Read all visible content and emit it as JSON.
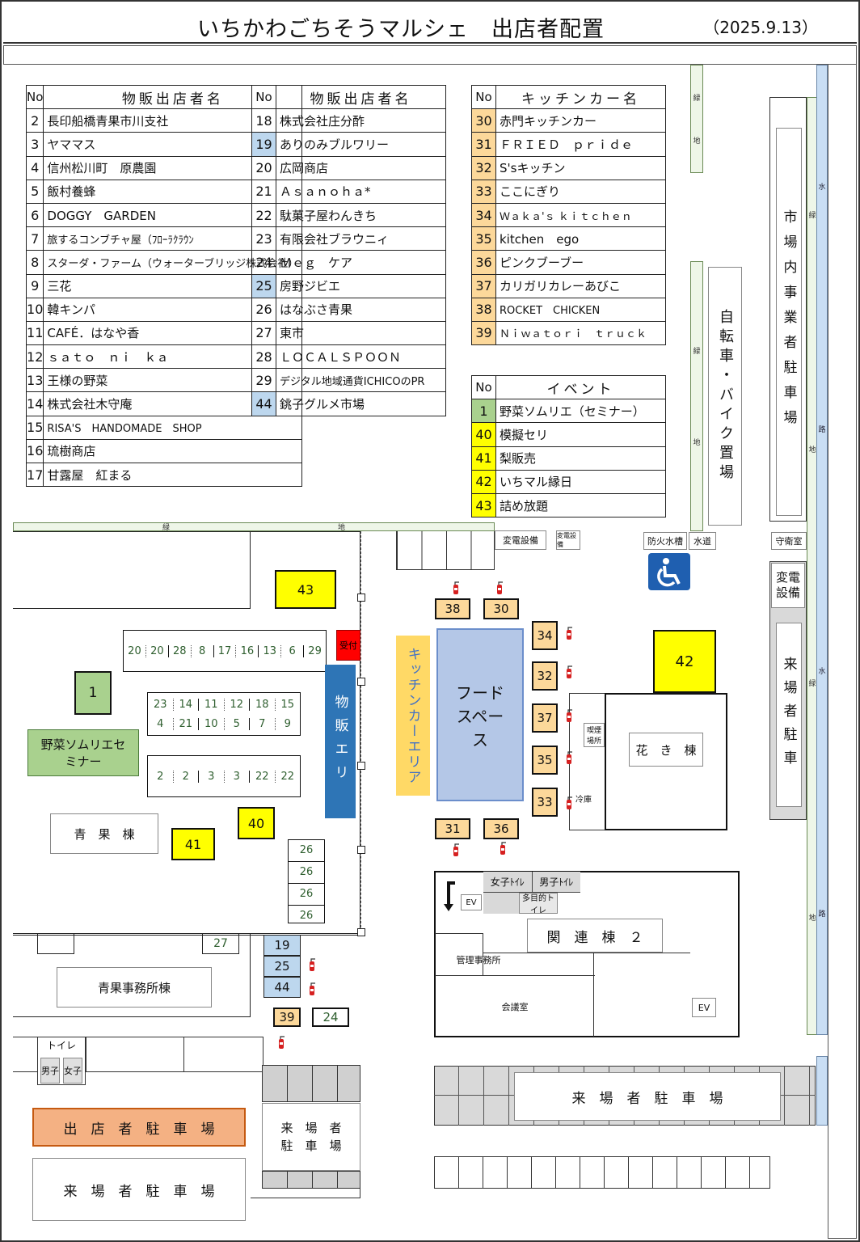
{
  "title": "いちかわごちそうマルシェ　出店者配置",
  "date": "（2025.9.13）",
  "colors": {
    "kitchen": "#fcd89a",
    "blueRow": "#bdd7ee",
    "event_green": "#a9d18e",
    "event_yellow": "#ffff00",
    "food": "#b4c7e7",
    "sales": "#2e75b6",
    "kitchen_area": "#ffd966",
    "parking_staff": "#f4b183",
    "reception": "#ff0000"
  },
  "table1": {
    "no_header": "No",
    "name_header": "物販出店者名",
    "rows": [
      {
        "no": "2",
        "name": "長印船橋青果市川支社"
      },
      {
        "no": "3",
        "name": "ヤママス"
      },
      {
        "no": "4",
        "name": "信州松川町　原農園"
      },
      {
        "no": "5",
        "name": "飯村養蜂"
      },
      {
        "no": "6",
        "name": "DOGGY　GARDEN"
      },
      {
        "no": "7",
        "name": "旅するコンブチャ屋（ﾌﾛｰﾗｸﾗｳﾝ"
      },
      {
        "no": "8",
        "name": "スターダ・ファーム（ウォーターブリッジ株式会社）"
      },
      {
        "no": "9",
        "name": "三花"
      },
      {
        "no": "10",
        "name": "韓キンパ"
      },
      {
        "no": "11",
        "name": "CAFÉ．はなや香"
      },
      {
        "no": "12",
        "name": "ｓａｔｏ　ｎｉ　ｋａ"
      },
      {
        "no": "13",
        "name": "王様の野菜"
      },
      {
        "no": "14",
        "name": "株式会社木守庵"
      },
      {
        "no": "15",
        "name": "RISA'S　HANDOMADE　SHOP"
      },
      {
        "no": "16",
        "name": "琉樹商店"
      },
      {
        "no": "17",
        "name": "甘露屋　紅まる"
      }
    ]
  },
  "table2": {
    "no_header": "No",
    "name_header": "物販出店者名",
    "rows": [
      {
        "no": "18",
        "name": "株式会社庄分酢"
      },
      {
        "no": "19",
        "name": "ありのみブルワリー",
        "hl": true
      },
      {
        "no": "20",
        "name": "広岡商店"
      },
      {
        "no": "21",
        "name": "Ａｓａｎｏｈａ*"
      },
      {
        "no": "22",
        "name": "駄菓子屋わんきち"
      },
      {
        "no": "23",
        "name": "有限会社ブラウニィ"
      },
      {
        "no": "24",
        "name": "Ｍｅｇ　ケア"
      },
      {
        "no": "25",
        "name": "房野ジビエ",
        "hl": true
      },
      {
        "no": "26",
        "name": "はなぶさ青果"
      },
      {
        "no": "27",
        "name": "東市"
      },
      {
        "no": "28",
        "name": "ＬＯＣＡＬＳＰＯＯＮ"
      },
      {
        "no": "29",
        "name": "デジタル地域通貨ICHICOのPR"
      },
      {
        "no": "44",
        "name": "銚子グルメ市場",
        "hl": true
      }
    ]
  },
  "table3": {
    "no_header": "No",
    "name_header": "キッチンカー名",
    "rows": [
      {
        "no": "30",
        "name": "赤門キッチンカー"
      },
      {
        "no": "31",
        "name": "ＦＲＩＥＤ　ｐｒｉｄｅ"
      },
      {
        "no": "32",
        "name": "S'sキッチン"
      },
      {
        "no": "33",
        "name": "ここにぎり"
      },
      {
        "no": "34",
        "name": "Ｗａｋａ'ｓ ｋｉｔｃｈｅｎ"
      },
      {
        "no": "35",
        "name": "kitchen　ego"
      },
      {
        "no": "36",
        "name": "ピンクブーブー"
      },
      {
        "no": "37",
        "name": "カリガリカレーあびこ"
      },
      {
        "no": "38",
        "name": "ROCKET　CHICKEN"
      },
      {
        "no": "39",
        "name": "Ｎｉｗａｔｏｒｉ　ｔｒｕｃｋ"
      }
    ]
  },
  "table4": {
    "no_header": "No",
    "name_header": "イベント",
    "rows": [
      {
        "no": "1",
        "name": "野菜ソムリエ（セミナー）",
        "c": "green"
      },
      {
        "no": "40",
        "name": "模擬セリ",
        "c": "yellow"
      },
      {
        "no": "41",
        "name": "梨販売",
        "c": "yellow"
      },
      {
        "no": "42",
        "name": "いちマル縁日",
        "c": "yellow"
      },
      {
        "no": "43",
        "name": "詰め放題",
        "c": "yellow"
      }
    ]
  },
  "map": {
    "ryokuchi": "緑",
    "chi": "地",
    "sui": "水",
    "ro": "路",
    "ichiba_parking": "市場内事業者駐車場",
    "bike": "自転車・バイク置場",
    "substation": "変電設備",
    "substation_small": "変電設備",
    "fire_tank": "防火水槽",
    "water": "水道",
    "guard": "守衛室",
    "substation_right": "変電設備",
    "visitor_parking_v": "来場者駐車",
    "food_space": "フードスペース",
    "kitchen_area": "キッチンカーエリア",
    "sales_area": "物販エリ",
    "reception": "受付",
    "hanaki": "花　き　棟",
    "smoking": "喫煙場所",
    "fridge": "冷庫",
    "seika": "青　果　棟",
    "sommelier": "野菜ソムリエセミナー",
    "seika_office": "青果事務所棟",
    "toilet": "トイレ",
    "toilet_m": "男子",
    "toilet_f": "女子",
    "staff_parking": "出　店　者　駐　車　場",
    "visitor_parking_bl": "来　場　者　駐　車　場",
    "visitor_parking_mid": "来　場　者　駐　車　場",
    "visitor_parking_br": "来　場　者　駐　車　場",
    "kanren": "関　連　棟　２",
    "women_toilet": "女子ﾄｲﾚ",
    "men_toilet": "男子ﾄｲﾚ",
    "multi_toilet": "多目的トイレ",
    "ev": "EV",
    "office": "管理事務所",
    "meeting": "会議室",
    "n43": "43",
    "n42": "42",
    "n40": "40",
    "n41": "41",
    "n1": "1",
    "k38": "38",
    "k30": "30",
    "k34": "34",
    "k32": "32",
    "k37": "37",
    "k35": "35",
    "k33": "33",
    "k31": "31",
    "k36": "36",
    "k39": "39",
    "s24": "24",
    "s27": "27",
    "s19": "19",
    "s25": "25",
    "s44": "44",
    "row1": [
      "20",
      "20",
      "28",
      "8",
      "17",
      "16",
      "13",
      "6",
      "29"
    ],
    "row2a": [
      "23",
      "14",
      "11",
      "12",
      "18",
      "15"
    ],
    "row2b": [
      "4",
      "21",
      "10",
      "5",
      "7",
      "9"
    ],
    "row3": [
      "2",
      "2",
      "3",
      "3",
      "22",
      "22"
    ],
    "col26": [
      "26",
      "26",
      "26",
      "26"
    ]
  }
}
